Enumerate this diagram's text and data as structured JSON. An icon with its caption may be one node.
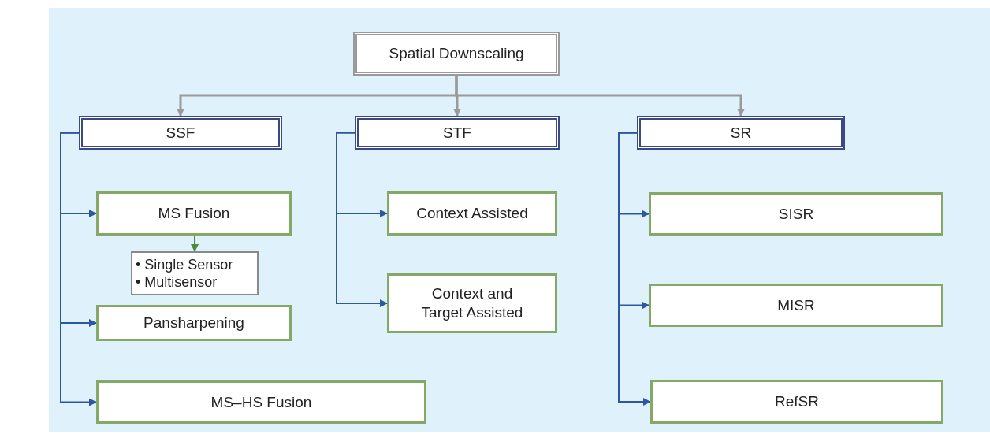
{
  "diagram": {
    "nodes": [
      {
        "text": [
          "Spatial Downscaling"
        ]
      },
      {
        "text": [
          "SSF"
        ]
      },
      {
        "text": [
          "STF"
        ]
      },
      {
        "text": [
          "SR"
        ]
      },
      {
        "text": [
          "MS Fusion"
        ]
      },
      {
        "text": [
          "• Single Sensor",
          "• Multisensor"
        ]
      },
      {
        "text": [
          "Pansharpening"
        ]
      },
      {
        "text": [
          "MS–HS Fusion"
        ]
      },
      {
        "text": [
          "Context Assisted"
        ]
      },
      {
        "text": [
          "Context and Target Assisted"
        ]
      },
      {
        "text": [
          "SISR"
        ]
      },
      {
        "text": [
          "MISR"
        ]
      },
      {
        "text": [
          "RefSR"
        ]
      }
    ],
    "edges": [
      {
        "from": 0,
        "to": 1,
        "arrow": "to",
        "color": "#9a9a9a"
      },
      {
        "from": 0,
        "to": 2,
        "arrow": "to",
        "color": "#9a9a9a"
      },
      {
        "from": 0,
        "to": 3,
        "arrow": "to",
        "color": "#9a9a9a"
      },
      {
        "from": 1,
        "to": 4,
        "arrow": "to"
      },
      {
        "from": 4,
        "to": 5,
        "arrow": "to",
        "color": "#4f8a3c"
      },
      {
        "from": 1,
        "to": 6,
        "arrow": "to"
      },
      {
        "from": 1,
        "to": 7,
        "arrow": "to"
      },
      {
        "from": 2,
        "to": 8,
        "arrow": "to"
      },
      {
        "from": 2,
        "to": 9,
        "arrow": "to"
      },
      {
        "from": 3,
        "to": 10,
        "arrow": "to"
      },
      {
        "from": 3,
        "to": 11,
        "arrow": "to"
      },
      {
        "from": 3,
        "to": 12,
        "arrow": "to"
      }
    ]
  }
}
